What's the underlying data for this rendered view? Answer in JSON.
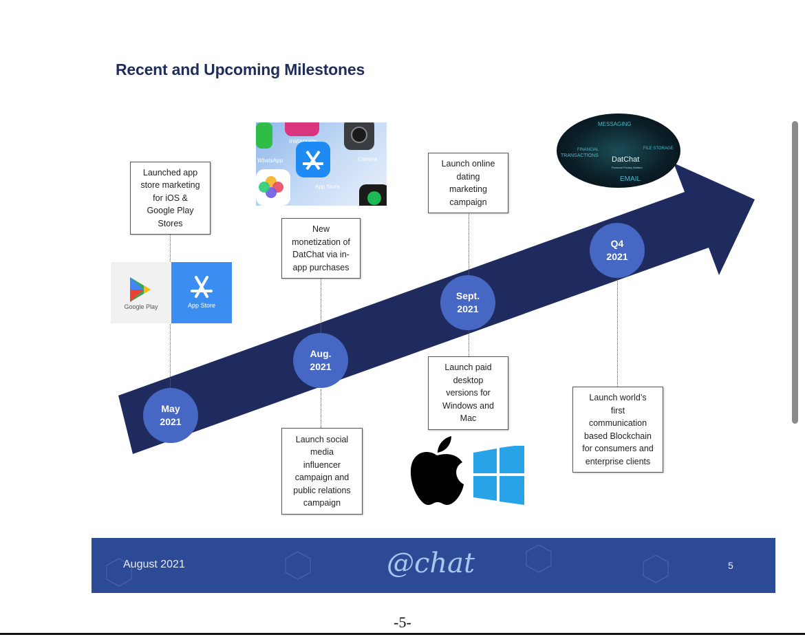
{
  "slide": {
    "title": "Recent and Upcoming Milestones"
  },
  "milestones": [
    {
      "date": "May\n2021"
    },
    {
      "date": "Aug.\n2021"
    },
    {
      "date": "Sept.\n2021"
    },
    {
      "date": "Q4\n2021"
    }
  ],
  "boxes": {
    "may": "Launched app\nstore marketing\nfor iOS &\nGoogle Play\nStores",
    "aug_top": "New\nmonetization of\nDatChat via in-\napp purchases",
    "aug_bottom": "Launch social\nmedia\ninfluencer\ncampaign and\npublic relations\ncampaign",
    "sept_top": "Launch online\ndating\nmarketing\ncampaign",
    "sept_bottom": "Launch paid\ndesktop\nversions for\nWindows and\nMac",
    "q4": "Launch world’s\nfirst\ncommunication\nbased Blockchain\nfor consumers and\nenterprise clients"
  },
  "logos": {
    "google_play": "Google Play",
    "app_store": "App Store",
    "phone_apps": [
      "WhatsApp",
      "Instagram",
      "App Store",
      "Camera"
    ],
    "datchat_oval": {
      "messaging": "MESSAGING",
      "financial": "FINANCIAL",
      "transactions": "TRANSACTIONS",
      "file_storage": "FILE STORAGE",
      "brand": "DatChat",
      "tagline": "Personal Privacy Matters",
      "email": "EMAIL"
    }
  },
  "footer": {
    "date": "August 2021",
    "logo": "@chat",
    "page": "5"
  },
  "page_number": "-5-",
  "colors": {
    "arrow": "#1f2b5e",
    "circle": "#4767c4",
    "footer": "#2d4a97",
    "title": "#1f2d5c"
  }
}
